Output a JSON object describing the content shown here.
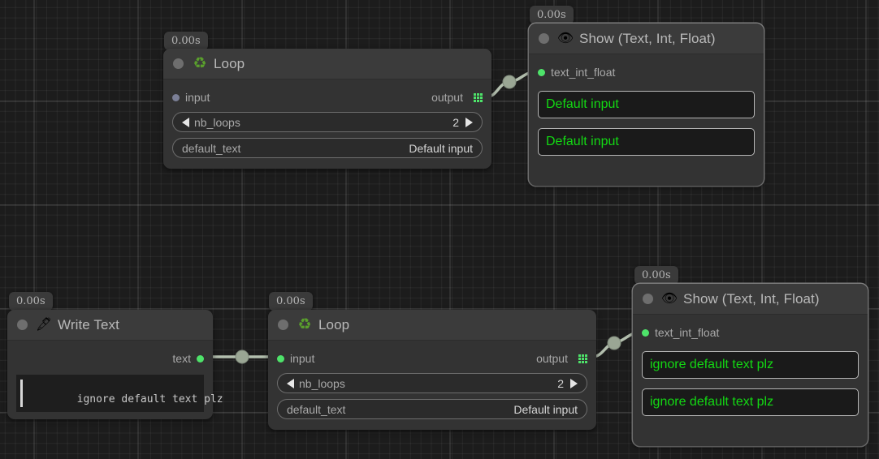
{
  "app": {
    "canvas_background": "#1c1c1c",
    "accent_green": "#4ee36a",
    "value_text_green": "#13d813"
  },
  "nodes": [
    {
      "id": "loop-top",
      "title": "Loop",
      "icon": "recycle-icon",
      "icon_glyph": "♻",
      "time_badge": "0.00s",
      "input_port": {
        "label": "input",
        "connected": false
      },
      "output_port": {
        "label": "output",
        "type_icon": "list-grid-icon"
      },
      "params": [
        {
          "key": "nb_loops",
          "value": "2",
          "stepper": true
        },
        {
          "key": "default_text",
          "value": "Default input",
          "stepper": false
        }
      ]
    },
    {
      "id": "show-top",
      "title": "Show (Text, Int, Float)",
      "icon": "eye-icon",
      "icon_glyph": "👁",
      "time_badge": "0.00s",
      "input_port": {
        "label": "text_int_float",
        "connected": true
      },
      "values": [
        "Default input",
        "Default input"
      ]
    },
    {
      "id": "write-text",
      "title": "Write Text",
      "icon": "pen-nib-icon",
      "icon_glyph": "🖋",
      "time_badge": "0.00s",
      "output_port": {
        "label": "text",
        "connected": true
      },
      "text_value": "ignore default text plz"
    },
    {
      "id": "loop-bottom",
      "title": "Loop",
      "icon": "recycle-icon",
      "icon_glyph": "♻",
      "time_badge": "0.00s",
      "input_port": {
        "label": "input",
        "connected": true
      },
      "output_port": {
        "label": "output",
        "type_icon": "list-grid-icon"
      },
      "params": [
        {
          "key": "nb_loops",
          "value": "2",
          "stepper": true
        },
        {
          "key": "default_text",
          "value": "Default input",
          "stepper": false
        }
      ]
    },
    {
      "id": "show-bottom",
      "title": "Show (Text, Int, Float)",
      "icon": "eye-icon",
      "icon_glyph": "👁",
      "time_badge": "0.00s",
      "input_port": {
        "label": "text_int_float",
        "connected": true
      },
      "values": [
        "ignore default text plz",
        "ignore default text plz"
      ]
    }
  ],
  "edges": [
    {
      "from": "loop-top.output",
      "to": "show-top.text_int_float"
    },
    {
      "from": "write-text.text",
      "to": "loop-bottom.input"
    },
    {
      "from": "loop-bottom.output",
      "to": "show-bottom.text_int_float"
    }
  ]
}
